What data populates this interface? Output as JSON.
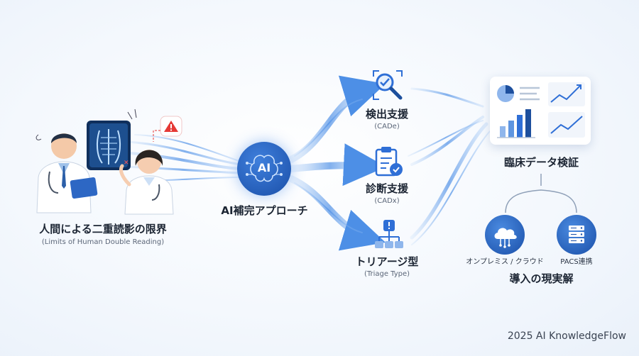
{
  "left": {
    "title": "人間による二重読影の限界",
    "subtitle": "(Limits of Human Double Reading)"
  },
  "center": {
    "icon_text": "AI",
    "title": "AI補完アプローチ"
  },
  "branches": [
    {
      "title": "検出支援",
      "subtitle": "(CADe)"
    },
    {
      "title": "診断支援",
      "subtitle": "(CADx)"
    },
    {
      "title": "トリアージ型",
      "subtitle": "(Triage Type)"
    }
  ],
  "right": {
    "title": "臨床データ検証",
    "options": [
      {
        "label": "オンプレミス / クラウド"
      },
      {
        "label": "PACS連携"
      }
    ],
    "bottom_title": "導入の現実解"
  },
  "footer": "2025 AI KnowledgeFlow",
  "colors": {
    "primary": "#2f6fd6",
    "flow": "#6aa3ee",
    "accent": "#e53935"
  }
}
